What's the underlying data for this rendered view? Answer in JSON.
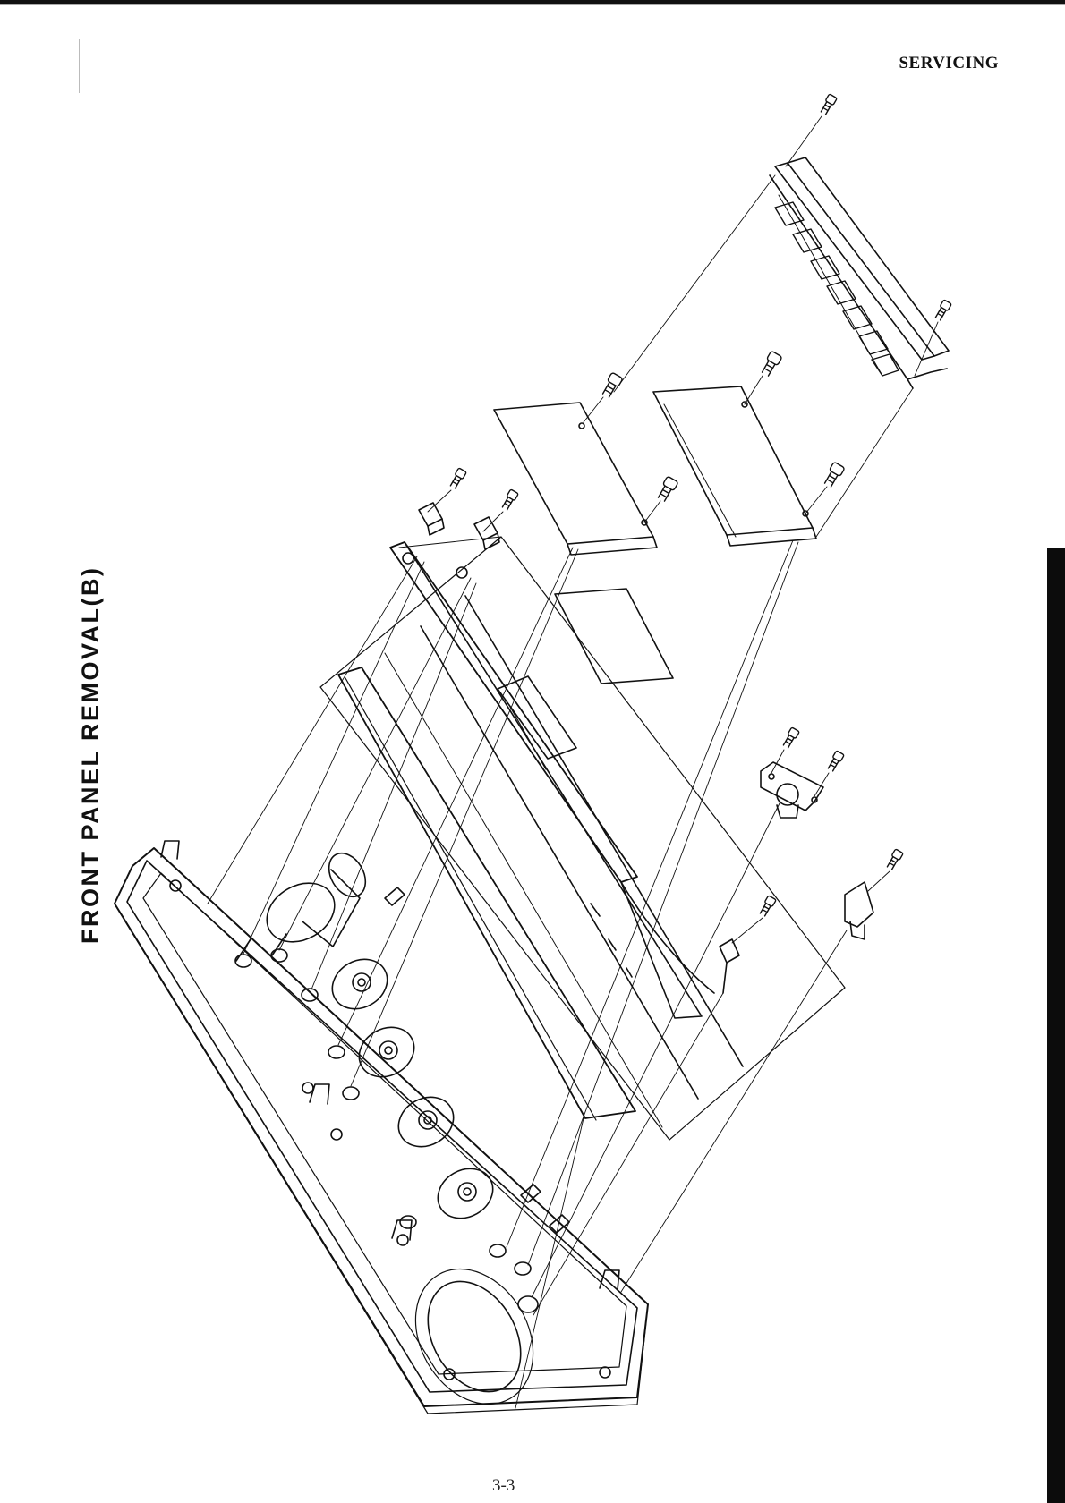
{
  "header": {
    "section": "SERVICING"
  },
  "title": {
    "text": "FRONT PANEL REMOVAL(B)"
  },
  "footer": {
    "page_number": "3-3"
  },
  "colors": {
    "ink": "#111111",
    "paper": "#ffffff",
    "tab": "#0c0c0c"
  }
}
